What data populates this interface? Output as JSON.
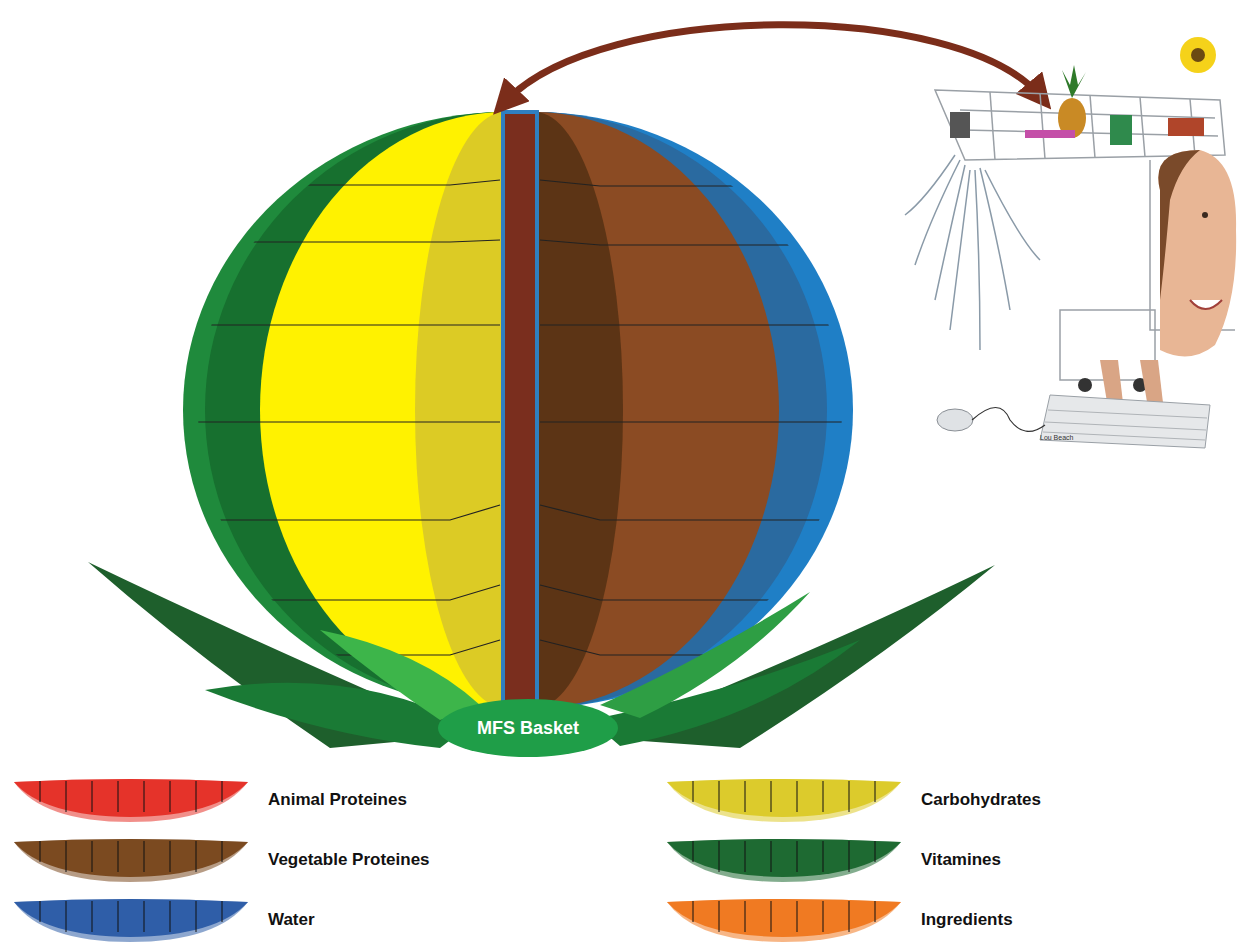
{
  "diagram": {
    "nodes": [
      {
        "text": [
          "MFS Basket"
        ]
      }
    ],
    "labels": [
      "Lou Beach"
    ],
    "legend": [
      {
        "text": "Animal Proteines",
        "color": "#e5332a"
      },
      {
        "text": "Vegetable Proteines",
        "color": "#7b4a20"
      },
      {
        "text": "Water",
        "color": "#2f5ea8"
      },
      {
        "text": "Carbohydrates",
        "color": "#dccb2c"
      },
      {
        "text": "Vitamines",
        "color": "#1e6a32"
      },
      {
        "text": "Ingredients",
        "color": "#f07a22"
      }
    ]
  }
}
